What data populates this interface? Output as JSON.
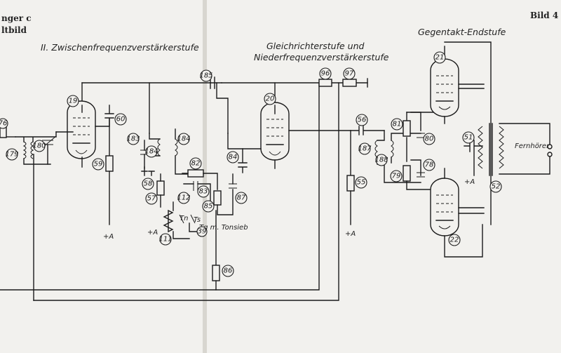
{
  "corner_titles": {
    "title_fragment": "nger c",
    "subtitle_fragment": "ltbild",
    "page_label": "Bild 4"
  },
  "sections": {
    "if_stage": "II. Zwischenfrequenzverstärkerstufe",
    "rect_line1": "Gleichrichterstufe und",
    "rect_line2": "Niederfrequenzverstärkerstufe",
    "push_pull": "Gegentakt-Endstufe"
  },
  "labels": {
    "plus_a": "+A",
    "fernhoerer": "Fernhörer",
    "tn": "Tn",
    "tg": "Tg",
    "ts": "Ts",
    "tonsieb": "Tg m. Tonsieb",
    "left_edge_76": "76"
  },
  "component_numbers": {
    "c19": "19",
    "c20": "20",
    "c21": "21",
    "c22": "22",
    "c60": "60",
    "c59": "59",
    "c180": "180",
    "c179": "179",
    "c183": "183",
    "c184a": "184",
    "c184b": "184",
    "c185": "185",
    "c58": "58",
    "c57": "57",
    "c82": "82",
    "c83": "83",
    "c84": "84",
    "c85": "85",
    "c87": "87",
    "c86": "86",
    "c112": "112",
    "c111": "111",
    "c96": "96",
    "c97": "97",
    "c56": "56",
    "c55": "55",
    "c187": "187",
    "c188": "188",
    "c81": "81",
    "c80": "80",
    "c79": "79",
    "c78": "78",
    "c51": "51",
    "c52": "52",
    "c39": "39"
  }
}
